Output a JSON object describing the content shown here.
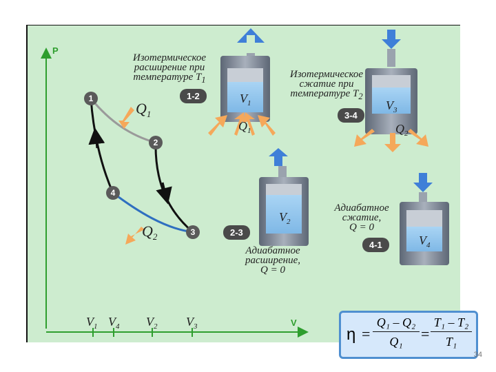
{
  "axes": {
    "p_label": "P",
    "v_label": "V",
    "ticks": [
      {
        "main": "V",
        "sub": "1"
      },
      {
        "main": "V",
        "sub": "4"
      },
      {
        "main": "V",
        "sub": "2"
      },
      {
        "main": "V",
        "sub": "3"
      }
    ]
  },
  "points": [
    "1",
    "2",
    "3",
    "4"
  ],
  "heat_labels": {
    "q1_main": "Q",
    "q1_sub": "1",
    "q2_main": "Q",
    "q2_sub": "2"
  },
  "processes": [
    {
      "id": "p12",
      "badge": "1-2",
      "line1": "Изотермическое",
      "line2": "расширение при",
      "line3": "температуре",
      "temp_main": "T",
      "temp_sub": "1",
      "vol_main": "V",
      "vol_sub": "1",
      "q_main": "Q",
      "q_sub": "1"
    },
    {
      "id": "p34",
      "badge": "3-4",
      "line1": "Изотермическое",
      "line2": "сжатие при",
      "line3": "температуре",
      "temp_main": "T",
      "temp_sub": "2",
      "vol_main": "V",
      "vol_sub": "3",
      "q_main": "Q",
      "q_sub": "2"
    },
    {
      "id": "p23",
      "badge": "2-3",
      "line1": "Адиабатное",
      "line2": "расширение,",
      "line3": "Q = 0",
      "vol_main": "V",
      "vol_sub": "2"
    },
    {
      "id": "p41",
      "badge": "4-1",
      "line1": "Адиабатное",
      "line2": "сжатие,",
      "line3": "Q = 0",
      "vol_main": "V",
      "vol_sub": "4"
    }
  ],
  "formula": {
    "eta": "η",
    "eq": "=",
    "num1": "Q₁ – Q₂",
    "den1": "Q₁",
    "num2": "T₁ – T₂",
    "den2": "T₁"
  },
  "page_number": "34",
  "colors": {
    "panel": "#cdeccf",
    "axis": "#2e9e2e",
    "isotherm_hot": "#9a9a9a",
    "isotherm_cold": "#2f6fc0",
    "adiabat": "#111111",
    "heat_arrow": "#f5a85a",
    "piston_arrow": "#3f7fd8"
  }
}
